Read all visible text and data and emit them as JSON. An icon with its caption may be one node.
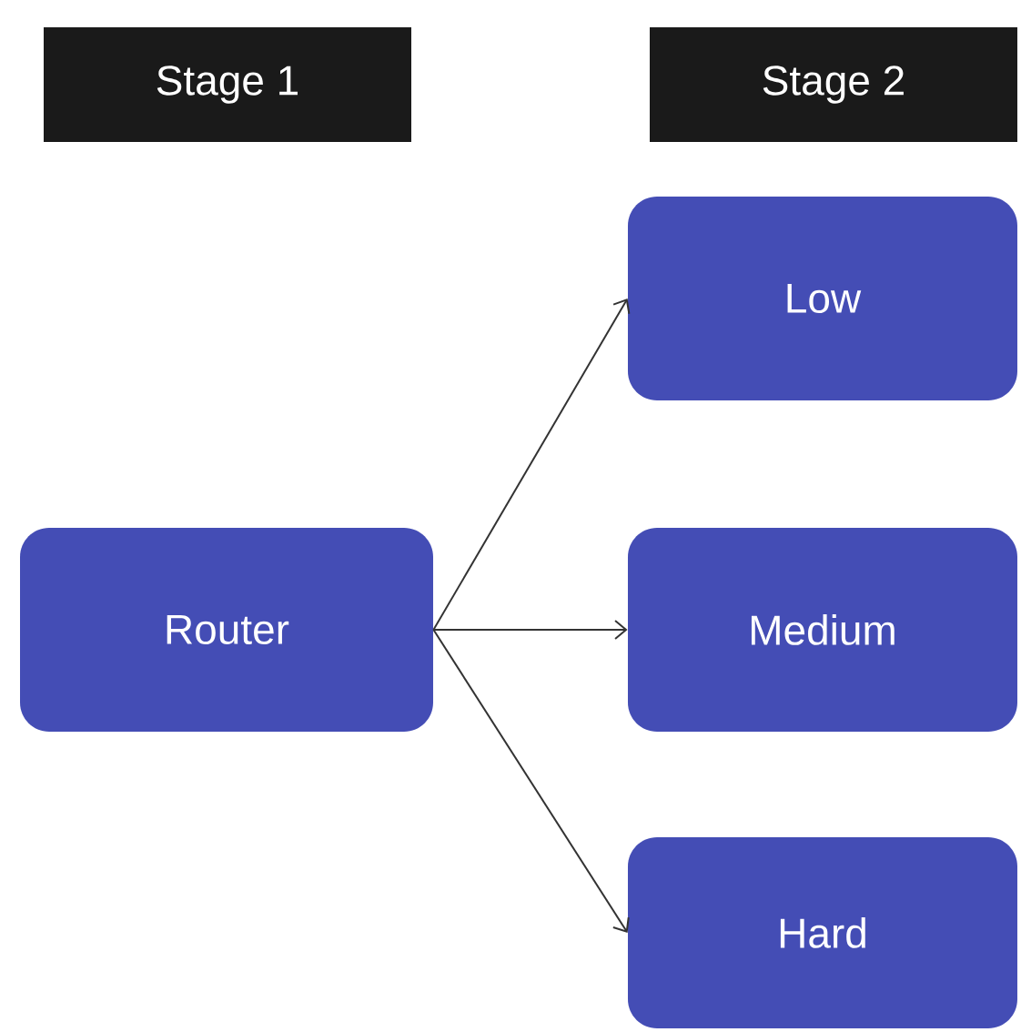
{
  "diagram": {
    "nodes": [
      {
        "text": [
          "Stage 1"
        ]
      },
      {
        "text": [
          "Stage 2"
        ]
      },
      {
        "text": [
          "Router"
        ]
      },
      {
        "text": [
          "Low"
        ]
      },
      {
        "text": [
          "Medium"
        ]
      },
      {
        "text": [
          "Hard"
        ]
      }
    ],
    "edges": [
      {
        "from": 2,
        "to": 3,
        "arrow": "to"
      },
      {
        "from": 2,
        "to": 4,
        "arrow": "to"
      },
      {
        "from": 2,
        "to": 5,
        "arrow": "to"
      }
    ]
  }
}
